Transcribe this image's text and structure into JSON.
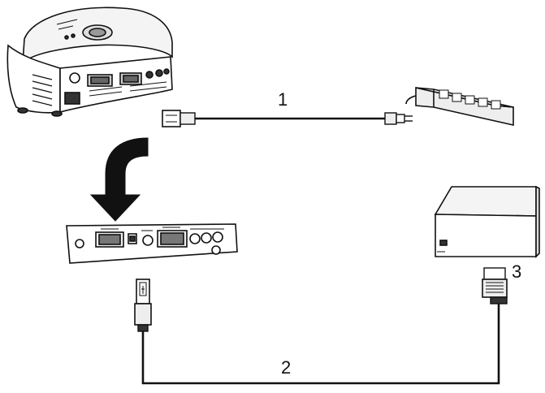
{
  "callouts": {
    "power_cable": "1",
    "usb_cable": "2",
    "device_connector": "3"
  },
  "colors": {
    "line": "#111111",
    "body": "#ffffff",
    "shade": "#d9d9d9",
    "dark": "#333333"
  }
}
